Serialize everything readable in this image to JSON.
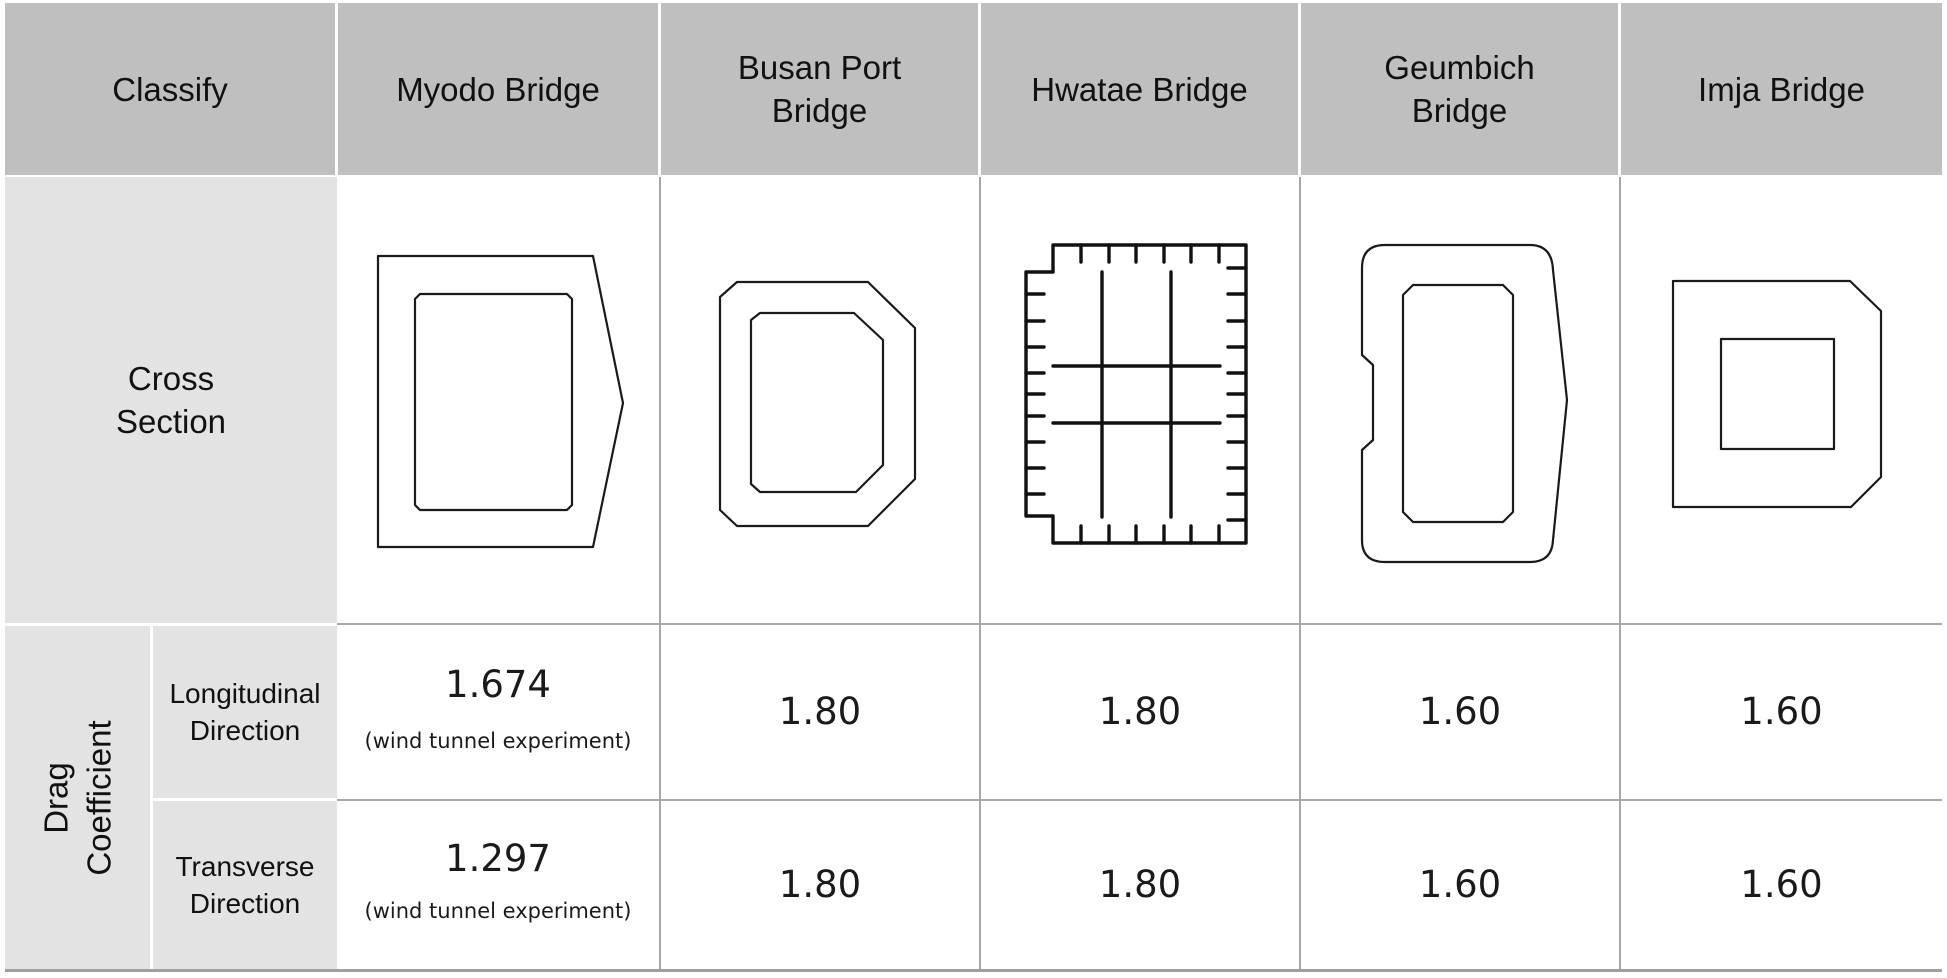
{
  "header": {
    "classify": "Classify",
    "bridges": [
      "Myodo Bridge",
      "Busan Port Bridge",
      "Hwatae Bridge",
      "Geumbich Bridge",
      "Imja Bridge"
    ],
    "bridges_lines": [
      [
        "Myodo Bridge"
      ],
      [
        "Busan Port",
        "Bridge"
      ],
      [
        "Hwatae Bridge"
      ],
      [
        "Geumbich",
        "Bridge"
      ],
      [
        "Imja Bridge"
      ]
    ]
  },
  "rows": {
    "cross_section": {
      "label_line1": "Cross",
      "label_line2": "Section",
      "shapes": [
        "myodo-cross-section",
        "busan-port-cross-section",
        "hwatae-cross-section",
        "geumbich-cross-section",
        "imja-cross-section"
      ]
    },
    "drag_coefficient": {
      "label_line1": "Drag",
      "label_line2": "Coefficient",
      "longitudinal": {
        "label_line1": "Longitudinal",
        "label_line2": "Direction",
        "values": [
          "1.674",
          "1.80",
          "1.80",
          "1.60",
          "1.60"
        ],
        "notes": [
          "(wind tunnel experiment)",
          "",
          "",
          "",
          ""
        ]
      },
      "transverse": {
        "label_line1": "Transverse",
        "label_line2": "Direction",
        "values": [
          "1.297",
          "1.80",
          "1.80",
          "1.60",
          "1.60"
        ],
        "notes": [
          "(wind tunnel experiment)",
          "",
          "",
          "",
          ""
        ]
      }
    }
  },
  "colors": {
    "header_bg": "#bfbfbf",
    "label_bg": "#e3e3e3",
    "grid_line": "#a8a8a8",
    "shape_stroke": "#1a1a1a"
  }
}
